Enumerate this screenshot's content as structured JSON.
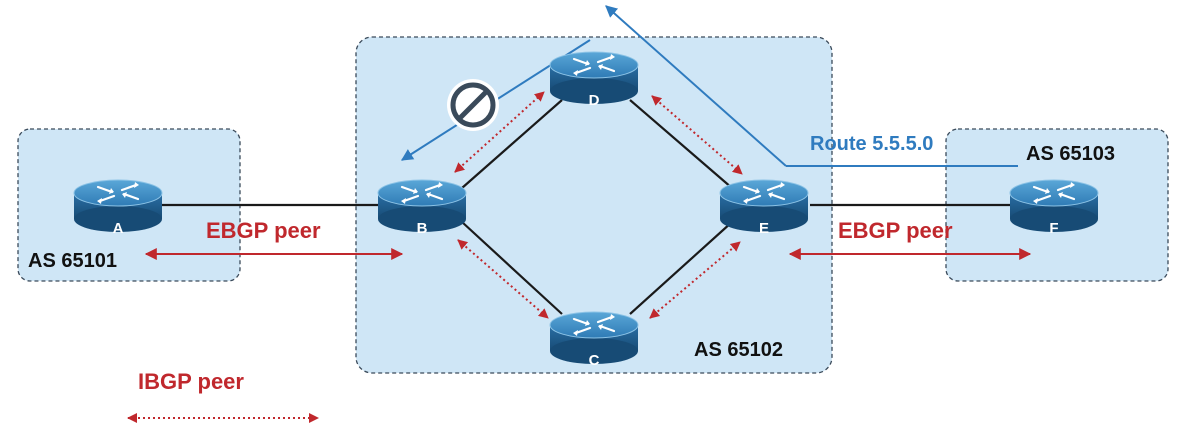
{
  "as_boxes": {
    "left": {
      "label": "AS 65101"
    },
    "middle": {
      "label": "AS 65102"
    },
    "right": {
      "label": "AS 65103"
    }
  },
  "routers": {
    "a": {
      "name": "A"
    },
    "b": {
      "name": "B"
    },
    "c": {
      "name": "C"
    },
    "d": {
      "name": "D"
    },
    "e": {
      "name": "E"
    },
    "f": {
      "name": "F"
    }
  },
  "labels": {
    "ebgp_left": "EBGP peer",
    "ebgp_right": "EBGP peer",
    "route": "Route 5.5.5.0",
    "ibgp_legend": "IBGP peer"
  },
  "colors": {
    "as_box_fill": "#cfe6f6",
    "as_box_border": "#3a4a5a",
    "router_top": "#3f8fc4",
    "router_side": "#1f5f8f",
    "ebgp_arrow": "#c0282d",
    "ibgp_arrow": "#c0282d",
    "route_arrow": "#2f7bbf",
    "link_line": "#1a1a1a"
  },
  "icons": {
    "router": "router-icon",
    "deny": "no-entry-icon"
  }
}
